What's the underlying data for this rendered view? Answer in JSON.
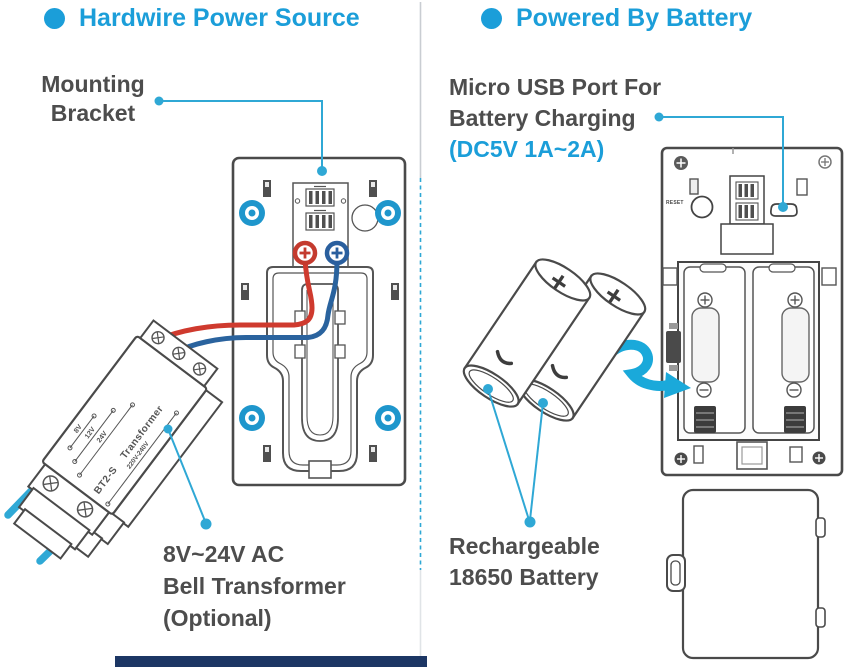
{
  "colors": {
    "accent_blue": "#1b9ed9",
    "leader_blue": "#2fa8d5",
    "text_dark": "#4d4d4d",
    "line_art": "#4a4a4a",
    "wire_red": "#cf3a2e",
    "wire_blue": "#2a639e",
    "cyan_wire": "#29abe2",
    "screw_blue": "#1e96cc",
    "footer_bar": "#1c3664"
  },
  "left": {
    "title": "Hardwire Power Source",
    "bracket_label": [
      "Mounting",
      "Bracket"
    ],
    "transformer_label": [
      "8V~24V AC",
      "Bell Transformer",
      "(Optional)"
    ],
    "transformer": {
      "model": "BT2-S",
      "name": "Transformer",
      "taps": [
        "8V",
        "12V",
        "24V",
        "220V-240V"
      ]
    }
  },
  "right": {
    "title": "Powered By Battery",
    "usb_label": [
      "Micro USB Port For",
      "Battery Charging",
      "(DC5V 1A~2A)"
    ],
    "battery_label": [
      "Rechargeable",
      "18650 Battery"
    ],
    "reset_label": "RESET",
    "polarity_plus": "+"
  }
}
